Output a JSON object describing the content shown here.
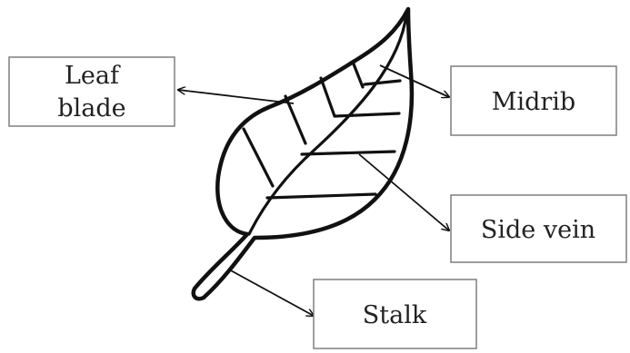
{
  "labels": {
    "leaf_blade_line1": "Leaf",
    "leaf_blade_line2": "blade",
    "midrib": "Midrib",
    "side_vein": "Side vein",
    "stalk": "Stalk"
  }
}
